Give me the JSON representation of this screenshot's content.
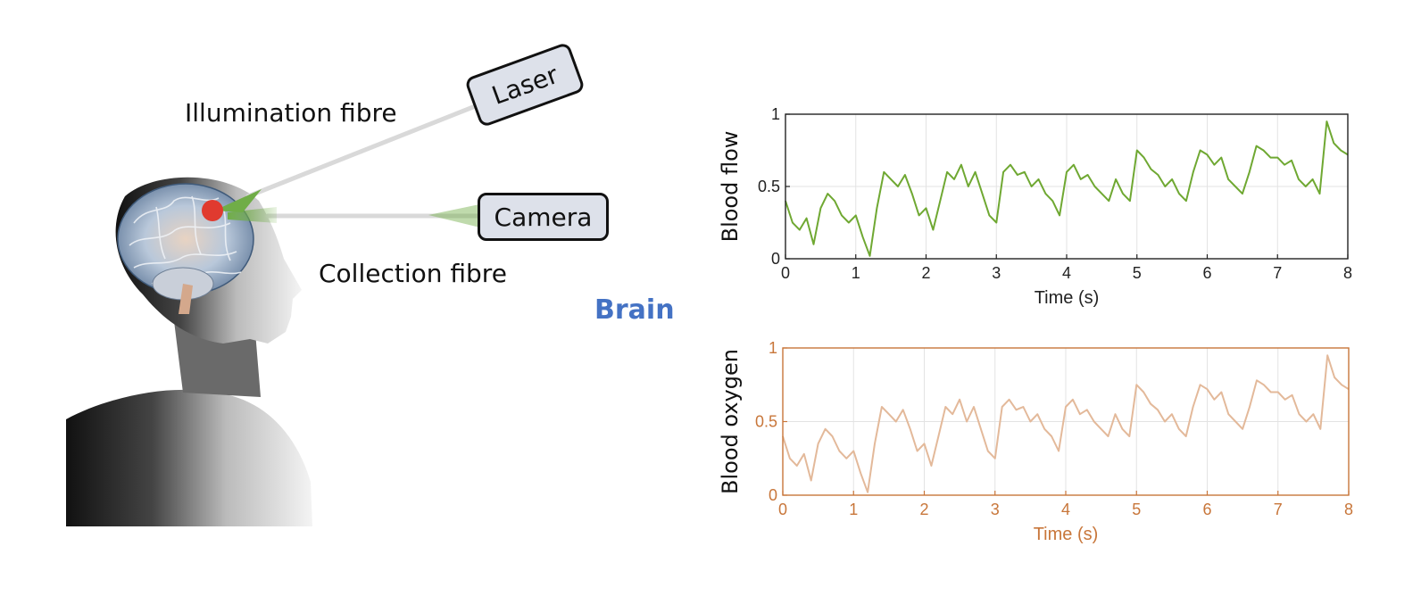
{
  "diagram": {
    "illumination_label": "Illumination fibre",
    "collection_label": "Collection fibre",
    "laser_label": "Laser",
    "camera_label": "Camera",
    "brain_label": "Brain",
    "brain_label_color": "#4472c4",
    "fibre_color": "#d9d9d9",
    "beam_color": "#70ad47",
    "spot_color": "#e03a2f"
  },
  "chart_data": [
    {
      "type": "line",
      "title": "",
      "xlabel": "Time (s)",
      "ylabel": "Blood flow",
      "xlim": [
        0,
        8
      ],
      "ylim": [
        0,
        1
      ],
      "xticks": [
        "0",
        "1",
        "2",
        "3",
        "4",
        "5",
        "6",
        "7",
        "8"
      ],
      "yticks": [
        "0",
        "0.5",
        "1"
      ],
      "grid": true,
      "line_color": "#6fa832",
      "axis_color": "#222222",
      "series": [
        {
          "x": [
            0,
            0.1,
            0.2,
            0.3,
            0.4,
            0.5,
            0.6,
            0.7,
            0.8,
            0.9,
            1.0,
            1.1,
            1.2,
            1.3,
            1.4,
            1.5,
            1.6,
            1.7,
            1.8,
            1.9,
            2.0,
            2.1,
            2.2,
            2.3,
            2.4,
            2.5,
            2.6,
            2.7,
            2.8,
            2.9,
            3.0,
            3.1,
            3.2,
            3.3,
            3.4,
            3.5,
            3.6,
            3.7,
            3.8,
            3.9,
            4.0,
            4.1,
            4.2,
            4.3,
            4.4,
            4.5,
            4.6,
            4.7,
            4.8,
            4.9,
            5.0,
            5.1,
            5.2,
            5.3,
            5.4,
            5.5,
            5.6,
            5.7,
            5.8,
            5.9,
            6.0,
            6.1,
            6.2,
            6.3,
            6.4,
            6.5,
            6.6,
            6.7,
            6.8,
            6.9,
            7.0,
            7.1,
            7.2,
            7.3,
            7.4,
            7.5,
            7.6,
            7.7,
            7.8,
            7.9,
            8.0
          ],
          "values": [
            0.4,
            0.25,
            0.2,
            0.28,
            0.1,
            0.35,
            0.45,
            0.4,
            0.3,
            0.25,
            0.3,
            0.15,
            0.02,
            0.35,
            0.6,
            0.55,
            0.5,
            0.58,
            0.45,
            0.3,
            0.35,
            0.2,
            0.4,
            0.6,
            0.55,
            0.65,
            0.5,
            0.6,
            0.45,
            0.3,
            0.25,
            0.6,
            0.65,
            0.58,
            0.6,
            0.5,
            0.55,
            0.45,
            0.4,
            0.3,
            0.6,
            0.65,
            0.55,
            0.58,
            0.5,
            0.45,
            0.4,
            0.55,
            0.45,
            0.4,
            0.75,
            0.7,
            0.62,
            0.58,
            0.5,
            0.55,
            0.45,
            0.4,
            0.6,
            0.75,
            0.72,
            0.65,
            0.7,
            0.55,
            0.5,
            0.45,
            0.6,
            0.78,
            0.75,
            0.7,
            0.7,
            0.65,
            0.68,
            0.55,
            0.5,
            0.55,
            0.45,
            0.95,
            0.8,
            0.75,
            0.72
          ]
        }
      ]
    },
    {
      "type": "line",
      "title": "",
      "xlabel": "Time (s)",
      "ylabel": "Blood oxygen",
      "xlim": [
        0,
        8
      ],
      "ylim": [
        0,
        1
      ],
      "xticks": [
        "0",
        "1",
        "2",
        "3",
        "4",
        "5",
        "6",
        "7",
        "8"
      ],
      "yticks": [
        "0",
        "0.5",
        "1"
      ],
      "grid": true,
      "line_color": "#e3b99a",
      "axis_color": "#c8763a",
      "series": [
        {
          "x": [
            0,
            0.1,
            0.2,
            0.3,
            0.4,
            0.5,
            0.6,
            0.7,
            0.8,
            0.9,
            1.0,
            1.1,
            1.2,
            1.3,
            1.4,
            1.5,
            1.6,
            1.7,
            1.8,
            1.9,
            2.0,
            2.1,
            2.2,
            2.3,
            2.4,
            2.5,
            2.6,
            2.7,
            2.8,
            2.9,
            3.0,
            3.1,
            3.2,
            3.3,
            3.4,
            3.5,
            3.6,
            3.7,
            3.8,
            3.9,
            4.0,
            4.1,
            4.2,
            4.3,
            4.4,
            4.5,
            4.6,
            4.7,
            4.8,
            4.9,
            5.0,
            5.1,
            5.2,
            5.3,
            5.4,
            5.5,
            5.6,
            5.7,
            5.8,
            5.9,
            6.0,
            6.1,
            6.2,
            6.3,
            6.4,
            6.5,
            6.6,
            6.7,
            6.8,
            6.9,
            7.0,
            7.1,
            7.2,
            7.3,
            7.4,
            7.5,
            7.6,
            7.7,
            7.8,
            7.9,
            8.0
          ],
          "values": [
            0.4,
            0.25,
            0.2,
            0.28,
            0.1,
            0.35,
            0.45,
            0.4,
            0.3,
            0.25,
            0.3,
            0.15,
            0.02,
            0.35,
            0.6,
            0.55,
            0.5,
            0.58,
            0.45,
            0.3,
            0.35,
            0.2,
            0.4,
            0.6,
            0.55,
            0.65,
            0.5,
            0.6,
            0.45,
            0.3,
            0.25,
            0.6,
            0.65,
            0.58,
            0.6,
            0.5,
            0.55,
            0.45,
            0.4,
            0.3,
            0.6,
            0.65,
            0.55,
            0.58,
            0.5,
            0.45,
            0.4,
            0.55,
            0.45,
            0.4,
            0.75,
            0.7,
            0.62,
            0.58,
            0.5,
            0.55,
            0.45,
            0.4,
            0.6,
            0.75,
            0.72,
            0.65,
            0.7,
            0.55,
            0.5,
            0.45,
            0.6,
            0.78,
            0.75,
            0.7,
            0.7,
            0.65,
            0.68,
            0.55,
            0.5,
            0.55,
            0.45,
            0.95,
            0.8,
            0.75,
            0.72
          ]
        }
      ]
    }
  ]
}
